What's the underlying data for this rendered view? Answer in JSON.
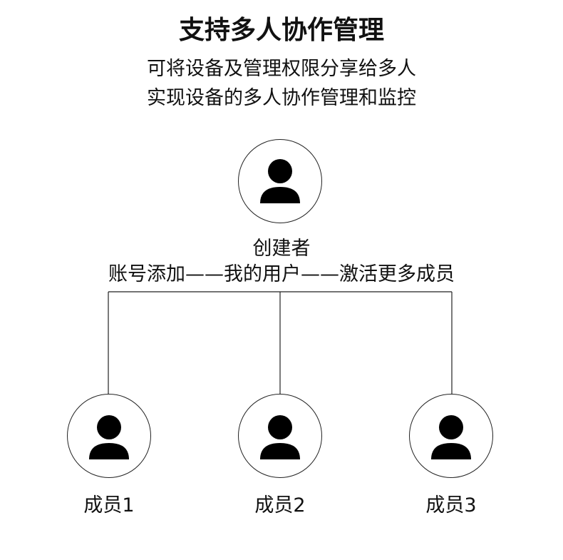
{
  "title": "支持多人协作管理",
  "subtitle_lines": [
    "可将设备及管理权限分享给多人",
    "实现设备的多人协作管理和监控"
  ],
  "creator": {
    "label": "创建者",
    "icon": "user-icon"
  },
  "flow_text": "账号添加——我的用户——激活更多成员",
  "members": [
    {
      "label": "成员1",
      "icon": "user-icon"
    },
    {
      "label": "成员2",
      "icon": "user-icon"
    },
    {
      "label": "成员3",
      "icon": "user-icon"
    }
  ],
  "colors": {
    "stroke": "#222222",
    "icon_fill": "#000000",
    "background": "#ffffff"
  }
}
